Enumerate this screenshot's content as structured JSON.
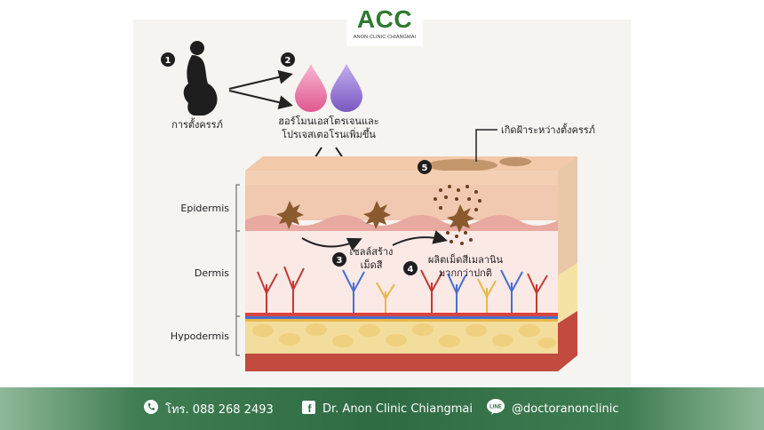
{
  "logo": {
    "title": "ACC",
    "subtitle": "ANON CLINIC CHIANGMAI"
  },
  "steps": {
    "s1": {
      "num": "1",
      "label": "การตั้งครรภ์"
    },
    "s2": {
      "num": "2",
      "label_line1": "ฮอร์โมนเอสโตรเจนและ",
      "label_line2": "โปรเจสเตอโรนเพิ่มขึ้น"
    },
    "s3_top": {
      "num": "3"
    },
    "s3": {
      "num": "3",
      "label_line1": "เซลล์สร้าง",
      "label_line2": "เม็ดสี"
    },
    "s4": {
      "num": "4",
      "label_line1": "ผลิตเม็ดสีเมลานิน",
      "label_line2": "มากกว่าปกติ"
    },
    "s5": {
      "num": "5",
      "label": "เกิดฝ้าระหว่างตั้งครรภ์"
    }
  },
  "layers": {
    "epidermis": "Epidermis",
    "dermis": "Dermis",
    "hypodermis": "Hypodermis"
  },
  "colors": {
    "brand": "#2f7a2f",
    "hormone_pink": "#e86aa0",
    "hormone_purple": "#8a6ac8",
    "footer": "#2f6b43"
  },
  "footer": {
    "phone": "โทร. 088 268 2493",
    "facebook": "Dr. Anon Clinic Chiangmai",
    "line": "@doctoranonclinic",
    "icons": {
      "phone": "phone-icon",
      "facebook": "facebook-icon",
      "line": "line-icon"
    }
  }
}
